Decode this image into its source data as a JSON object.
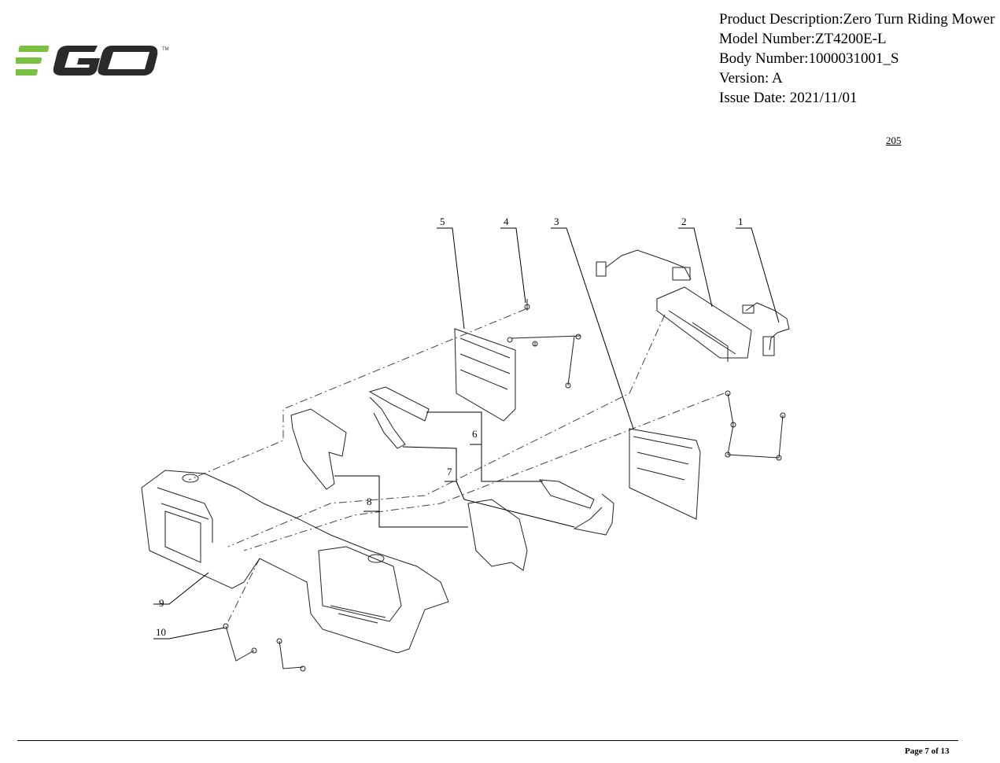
{
  "brand": {
    "logo_text": "EGO",
    "logo_color": "#7ac142"
  },
  "header": {
    "product_description": "Product Description:Zero Turn Riding Mower",
    "model_number": "Model Number:ZT4200E-L",
    "body_number": "Body Number:1000031001_S",
    "version": "Version: A",
    "issue_date": "Issue Date: 2021/11/01"
  },
  "page_ref": "205",
  "callouts": [
    "1",
    "2",
    "3",
    "4",
    "5",
    "6",
    "7",
    "8",
    "9",
    "10"
  ],
  "footer": {
    "page": "Page 7 of 13"
  }
}
